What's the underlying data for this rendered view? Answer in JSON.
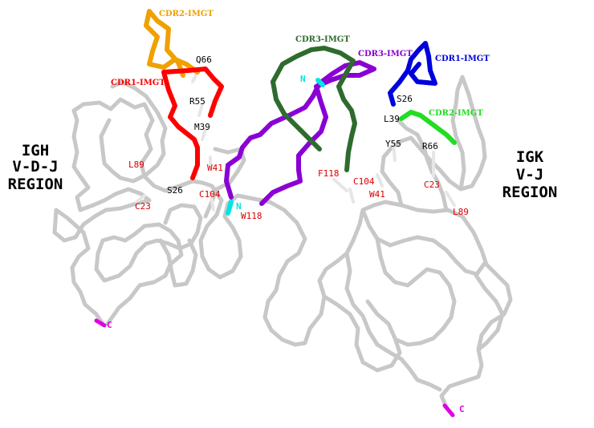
{
  "regions": {
    "igh": [
      "IGH",
      "V-D-J",
      "REGION"
    ],
    "igk": [
      "IGK",
      "V-J",
      "REGION"
    ]
  },
  "cdr_labels": {
    "h_cdr1": "CDR1-IMGT",
    "h_cdr2": "CDR2-IMGT",
    "h_cdr3": "CDR3-IMGT",
    "k_cdr1": "CDR1-IMGT",
    "k_cdr2": "CDR2-IMGT",
    "k_cdr3": "CDR3-IMGT"
  },
  "residues": {
    "h_q66": "Q66",
    "h_r55": "R55",
    "h_m39": "M39",
    "h_w41": "W41",
    "h_s26": "S26",
    "h_c104": "C104",
    "h_l89": "L89",
    "h_c23": "C23",
    "h_w118": "W118",
    "k_s26": "S26",
    "k_l39": "L39",
    "k_y55": "Y55",
    "k_r66": "R66",
    "k_f118": "F118",
    "k_c104": "C104",
    "k_w41": "W41",
    "k_c23": "C23",
    "k_l89": "L89"
  },
  "termini": {
    "h_n": "N",
    "k_n": "N",
    "h_c": "C",
    "k_c": "C"
  },
  "colors": {
    "backbone": "#c8c8c8",
    "h_cdr1": "#ff0000",
    "h_cdr2": "#f0a000",
    "h_cdr3": "#8a00d4",
    "k_cdr1": "#0000dd",
    "k_cdr2": "#22dd22",
    "k_cdr3": "#2e6b2e",
    "n_terminus": "#00e5e5",
    "c_terminus": "#e000e0",
    "red_label": "#dd0000",
    "black_label": "#000000"
  }
}
